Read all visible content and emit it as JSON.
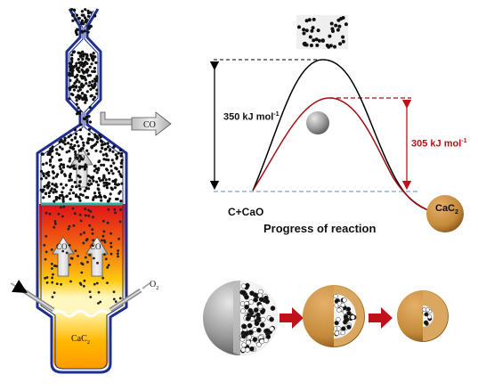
{
  "energy_diagram": {
    "upper_barrier_prefix": "350 kJ mol",
    "upper_barrier_sup": "-1",
    "lower_barrier_prefix": "305 kJ mol",
    "lower_barrier_sup": "-1",
    "reactants_label": "C+CaO",
    "axis_label": "Progress of reaction",
    "product_base": "CaC",
    "product_sub": "2"
  },
  "furnace": {
    "co_exhaust_label_base": "CO",
    "co_upper_label": "CO",
    "co_left_label": "CO",
    "co_right_label": "CO",
    "oxygen_label_base": "O",
    "oxygen_label_sub": "2",
    "melt_label_base": "CaC",
    "melt_label_sub": "2"
  },
  "colors": {
    "furnace_wall": "#1f2f8f",
    "melt_top": "#e0101a",
    "melt_bottom": "#ffcc00",
    "product_brown": "#c48a3a",
    "uncatalyzed_curve": "#000000",
    "catalyzed_curve": "#a01015",
    "baseline_dashed": "#7fa8d8",
    "transfer_arrow": "#c0101a"
  }
}
